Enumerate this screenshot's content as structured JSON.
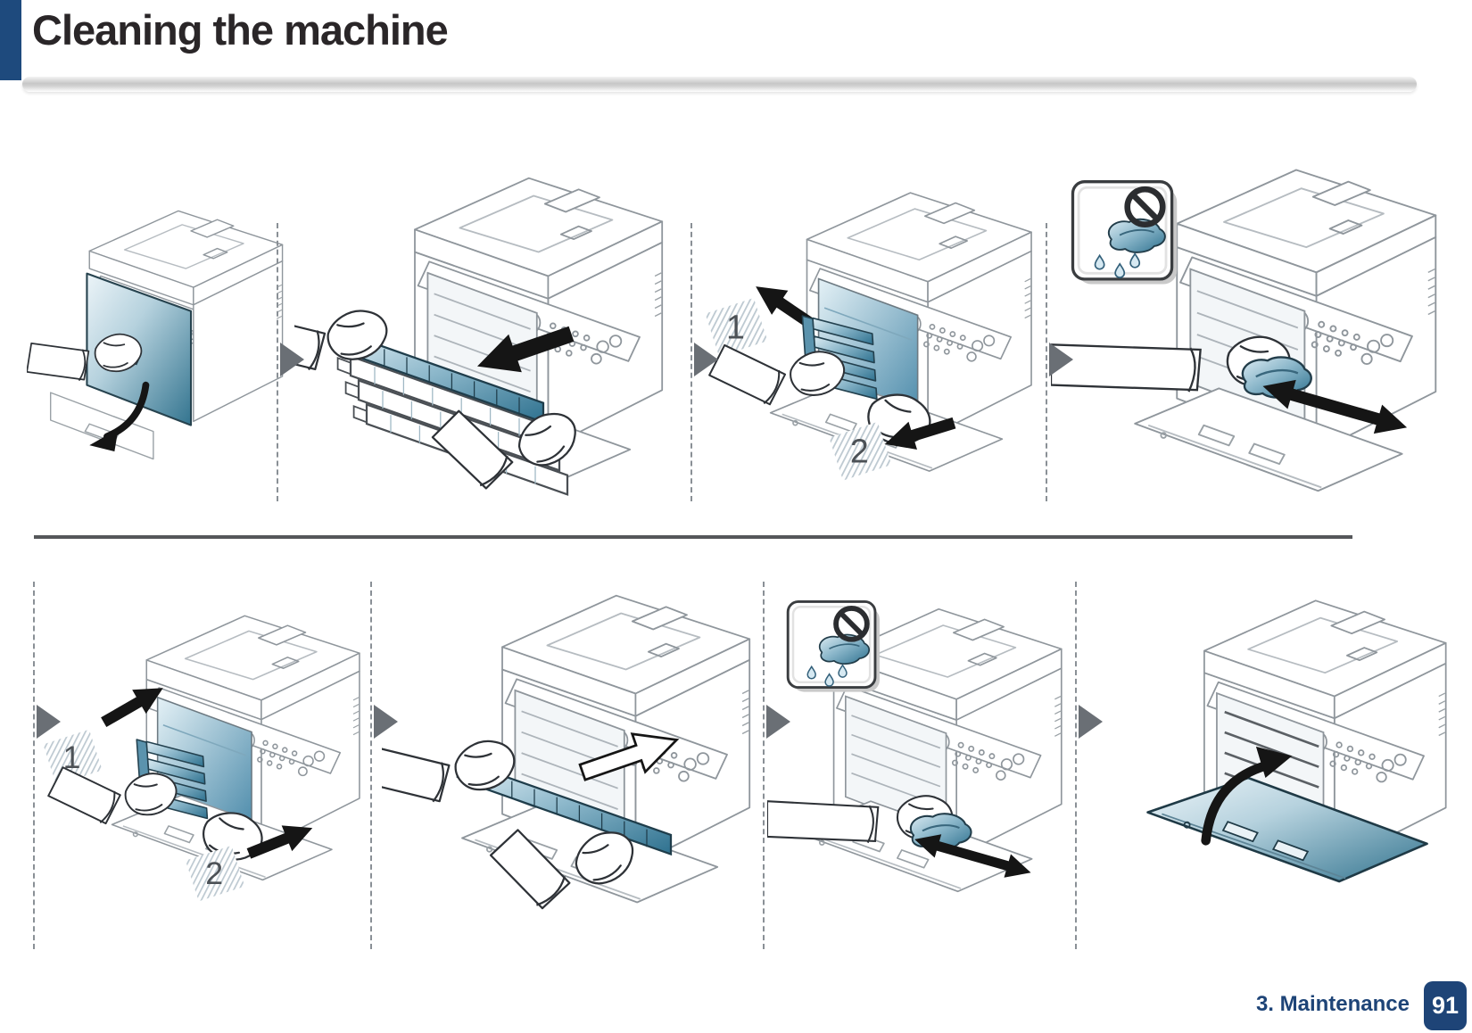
{
  "header": {
    "title": "Cleaning the machine"
  },
  "footer": {
    "chapter": "3. Maintenance",
    "page_number": "91"
  },
  "labels": {
    "step1": "1",
    "step2": "2"
  },
  "colors": {
    "accent_blue": "#1e4a7d",
    "footer_blue": "#1e4477",
    "highlight_teal": "#4b88a4",
    "line_gray": "#8f969c",
    "arrow_black": "#151515",
    "advance_triangle_gray": "#6a6f75",
    "rule_gray": "#55575a"
  },
  "icons": {
    "no_wet_cloth_icon": "wet cloth dripping water inside rounded warning card",
    "prohibition_icon": "circle with diagonal slash",
    "water_drop_icon": "droplet",
    "direction_arrow_icon": "solid black direction arrow",
    "double_direction_arrow_icon": "two-headed black arrow",
    "curved_arrow_icon": "curved black arrow (open/close door)",
    "panel_advance_arrow_icon": "gray right-pointing triangle between steps"
  },
  "rows": [
    {
      "name": "cleaning-sequence-row-1",
      "panels": [
        "open-front-door",
        "pull-out-toner-cartridges",
        "clean-interior-steps-1-2",
        "wipe-interior-dry-cloth"
      ]
    },
    {
      "name": "cleaning-sequence-row-2",
      "panels": [
        "reinsert-cleaning-steps-1-2",
        "insert-toner-cartridge",
        "wipe-interior-dry-cloth",
        "close-front-door"
      ]
    }
  ]
}
